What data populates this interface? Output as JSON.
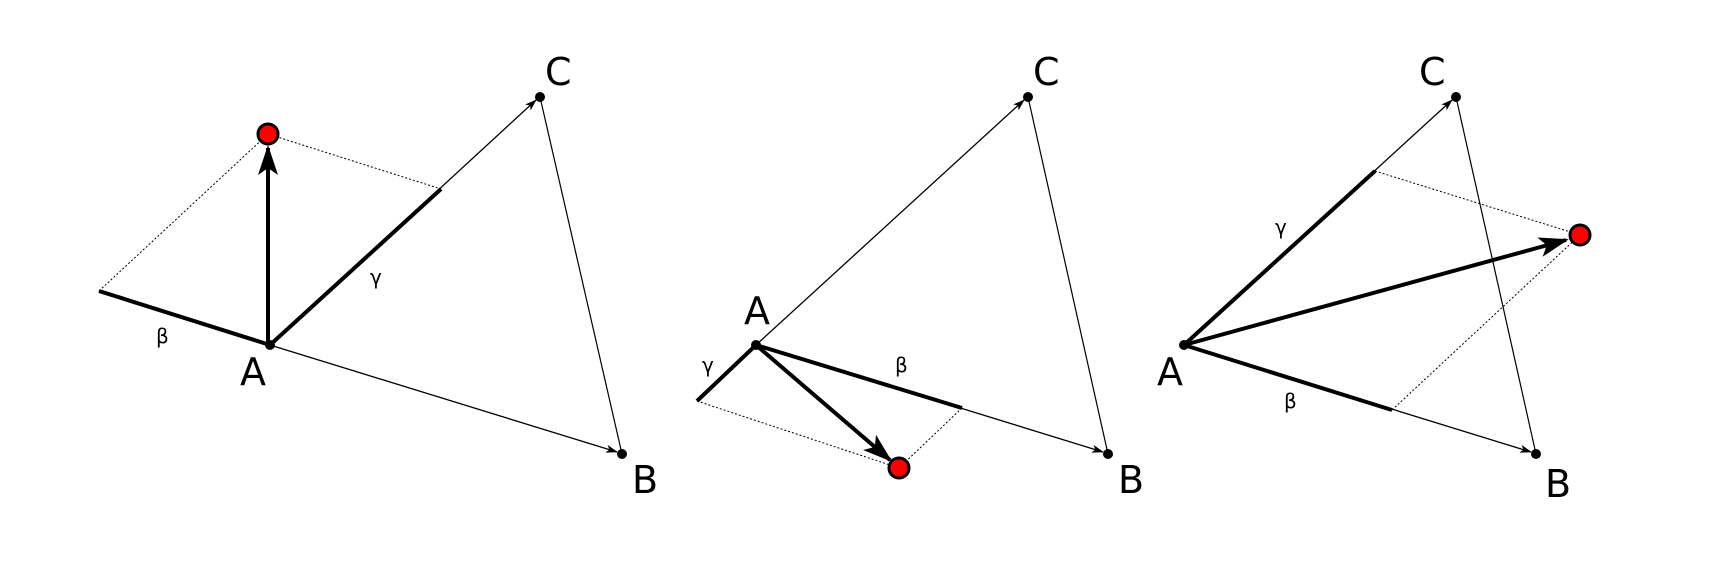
{
  "panels": [
    {
      "vertex_labels": {
        "a": "A",
        "b": "B",
        "c": "C"
      },
      "coefficient_labels": {
        "beta": "β",
        "gamma": "γ"
      }
    },
    {
      "vertex_labels": {
        "a": "A",
        "b": "B",
        "c": "C"
      },
      "coefficient_labels": {
        "beta": "β",
        "gamma": "γ"
      }
    },
    {
      "vertex_labels": {
        "a": "A",
        "b": "B",
        "c": "C"
      },
      "coefficient_labels": {
        "beta": "β",
        "gamma": "γ"
      }
    }
  ],
  "colors": {
    "stroke": "#000000",
    "target_point_fill": "#ff0000",
    "background": "#ffffff"
  }
}
